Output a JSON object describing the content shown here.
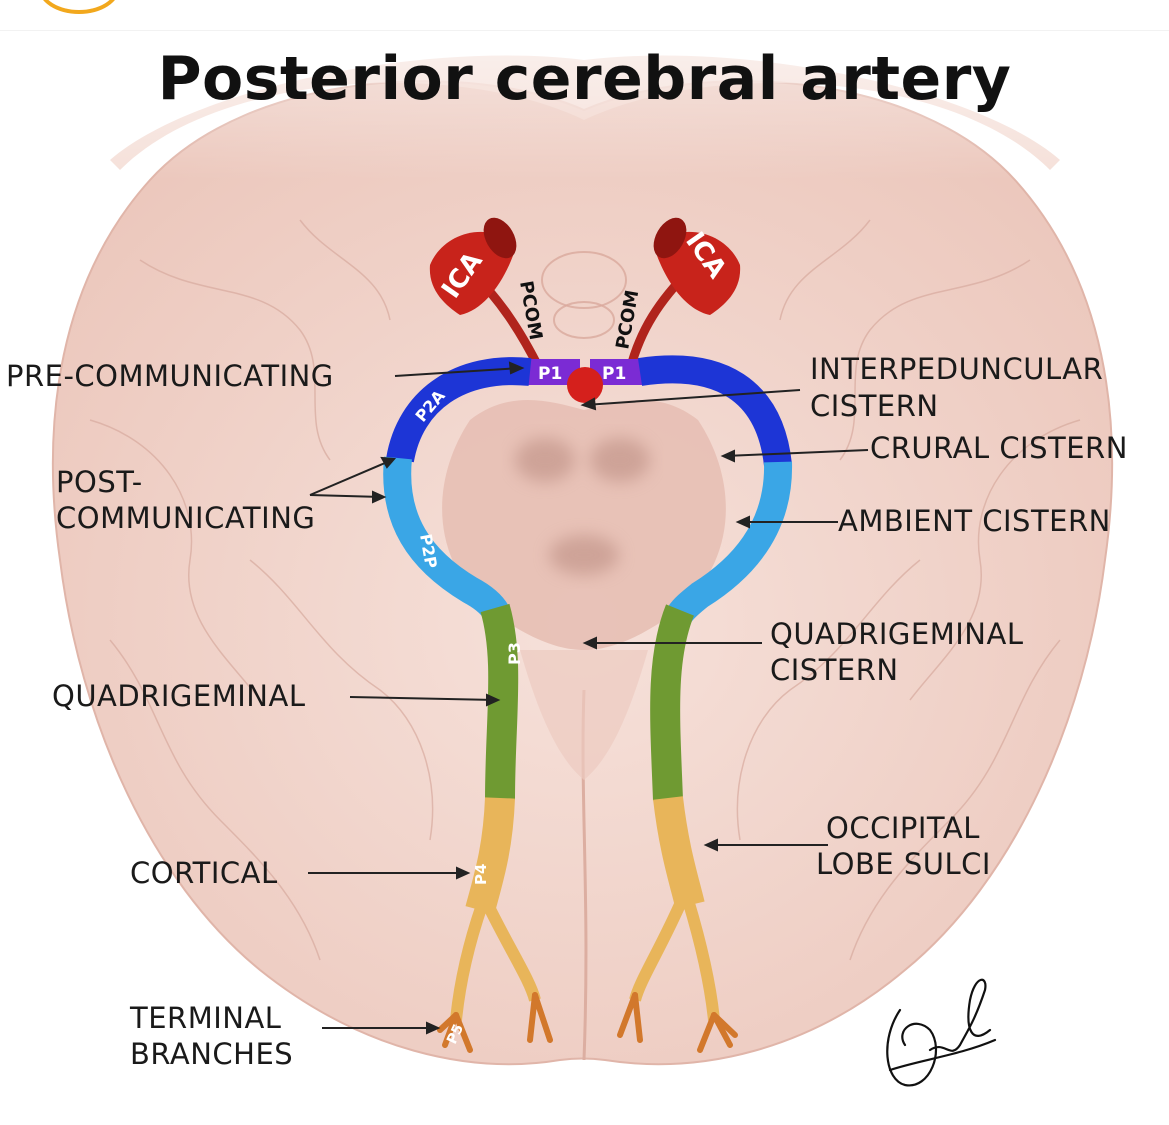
{
  "title": "Posterior cerebral artery",
  "colors": {
    "ica": "#c8231b",
    "pcom": "#b0241c",
    "p1": "#7b2bd4",
    "p2a": "#1d35d6",
    "p2p": "#3aa6e6",
    "p3": "#6f9a32",
    "p4": "#e8b55a",
    "p5": "#d2782c",
    "brain": "#f1d4cc",
    "midbrain": "#e9c3b9",
    "text": "#1a1a1a"
  },
  "segments": {
    "ica_left": "ICA",
    "ica_right": "ICA",
    "pcom_left": "PCOM",
    "pcom_right": "PCOM",
    "p1_left": "P1",
    "p1_right": "P1",
    "p2a": "P2A",
    "p2p": "P2P",
    "p3": "P3",
    "p4": "P4",
    "p5": "P5"
  },
  "labels": {
    "pre_communicating": "PRE-COMMUNICATING",
    "post_communicating_1": "POST-",
    "post_communicating_2": "COMMUNICATING",
    "quadrigeminal": "QUADRIGEMINAL",
    "cortical": "CORTICAL",
    "terminal_1": "TERMINAL",
    "terminal_2": "BRANCHES",
    "interpeduncular_1": "INTERPEDUNCULAR",
    "interpeduncular_2": "CISTERN",
    "crural": "CRURAL CISTERN",
    "ambient": "AMBIENT CISTERN",
    "quadrigeminal_cistern_1": "QUADRIGEMINAL",
    "quadrigeminal_cistern_2": "CISTERN",
    "occipital_1": "OCCIPITAL",
    "occipital_2": "LOBE SULCI"
  },
  "icons": {
    "signature": "signature-icon",
    "logo": "logo-arc-icon"
  }
}
